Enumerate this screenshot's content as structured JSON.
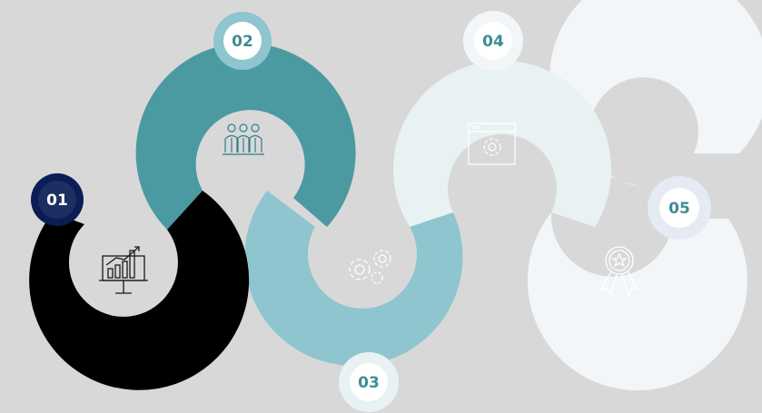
{
  "steps": [
    {
      "number": "01",
      "icon": "presentation-chart-icon"
    },
    {
      "number": "02",
      "icon": "team-icon"
    },
    {
      "number": "03",
      "icon": "gears-icon"
    },
    {
      "number": "04",
      "icon": "browser-settings-icon"
    },
    {
      "number": "05",
      "icon": "award-ribbon-icon"
    }
  ],
  "colors": {
    "background": "#d8d8d8",
    "step1": "#000000",
    "step2": "#4b9aa2",
    "step3": "#8ec5cf",
    "step4": "#e8f2f3",
    "step5": "#f3f6f8",
    "badge1": "#0a1e55",
    "badge2": "#8ec5cf",
    "badge3": "#e8f2f3",
    "badge4": "#f3f6f8",
    "badge5": "#e6eaf3",
    "number_dark_text": "#3d8d94",
    "number_light_text": "#ffffff"
  }
}
